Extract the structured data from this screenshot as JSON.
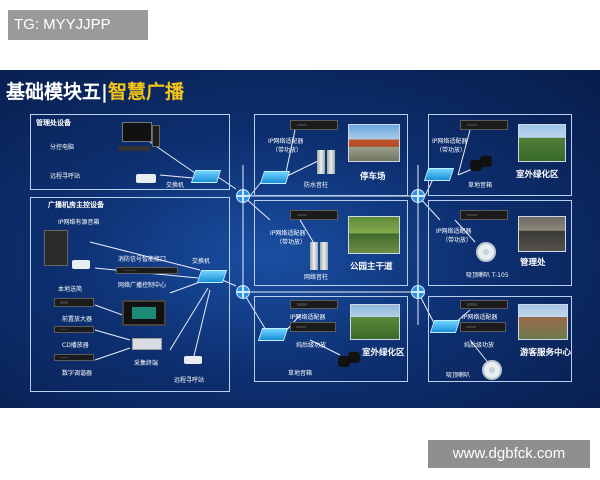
{
  "overlay": {
    "tag": "TG: MYYJJPP",
    "watermark": "www.dgbfck.com"
  },
  "title": {
    "main": "基础模块五|",
    "highlight": "智慧广播"
  },
  "mgmt": {
    "header": "管理处设备",
    "computer": "分控电脑",
    "paging": "远程寻呼站",
    "switch": "交换机"
  },
  "control": {
    "header": "广播机房主控设备",
    "ip_source": "IP网络有源音箱",
    "fire": "消防信号智能接口",
    "switch": "交换机",
    "local_paging": "本地送简",
    "center": "网络广播控制中心",
    "preamp": "前置放大器",
    "cd": "CD播放器",
    "tuner": "数字调谐器",
    "capture": "采集终端",
    "remote_paging": "远程寻呼站"
  },
  "parking": {
    "adapter": "IP网络适配器",
    "amp_note": "（带功放）",
    "speaker": "防水音柱",
    "place": "停车场"
  },
  "road": {
    "adapter": "IP网络适配器",
    "amp_note": "（带功放）",
    "speaker": "网络音柱",
    "place": "公园主干道"
  },
  "green_top": {
    "adapter": "IP网络适配器",
    "amp_note": "（带功放）",
    "speaker": "草地音箱",
    "place": "室外绿化区"
  },
  "office": {
    "adapter": "IP网络适配器",
    "amp_note": "（带功放）",
    "speaker": "吸顶喇叭 T-105",
    "place": "管理处"
  },
  "green_bottom": {
    "adapter": "IP网络适配器",
    "amp": "纯后级功放",
    "speaker": "草地音箱",
    "place": "室外绿化区"
  },
  "visitor": {
    "adapter": "IP网络适配器",
    "amp": "纯后级功放",
    "speaker": "吸顶喇叭",
    "place": "游客服务中心"
  },
  "colors": {
    "background": "#0d2f70",
    "title_highlight": "#f5c518",
    "link": "#e9eef8"
  }
}
